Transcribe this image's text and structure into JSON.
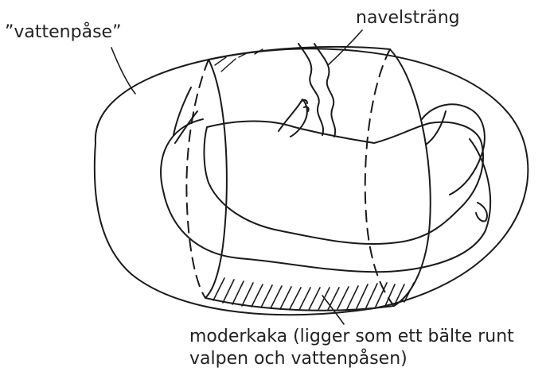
{
  "labels": {
    "amniotic_sac": "”vattenpåse”",
    "umbilical_cord": "navelsträng",
    "placenta_line1": "moderkaka (ligger som ett bälte runt",
    "placenta_line2": "valpen och vattenpåsen)"
  },
  "colors": {
    "ink": "#1a1a1a",
    "background": "#ffffff"
  }
}
